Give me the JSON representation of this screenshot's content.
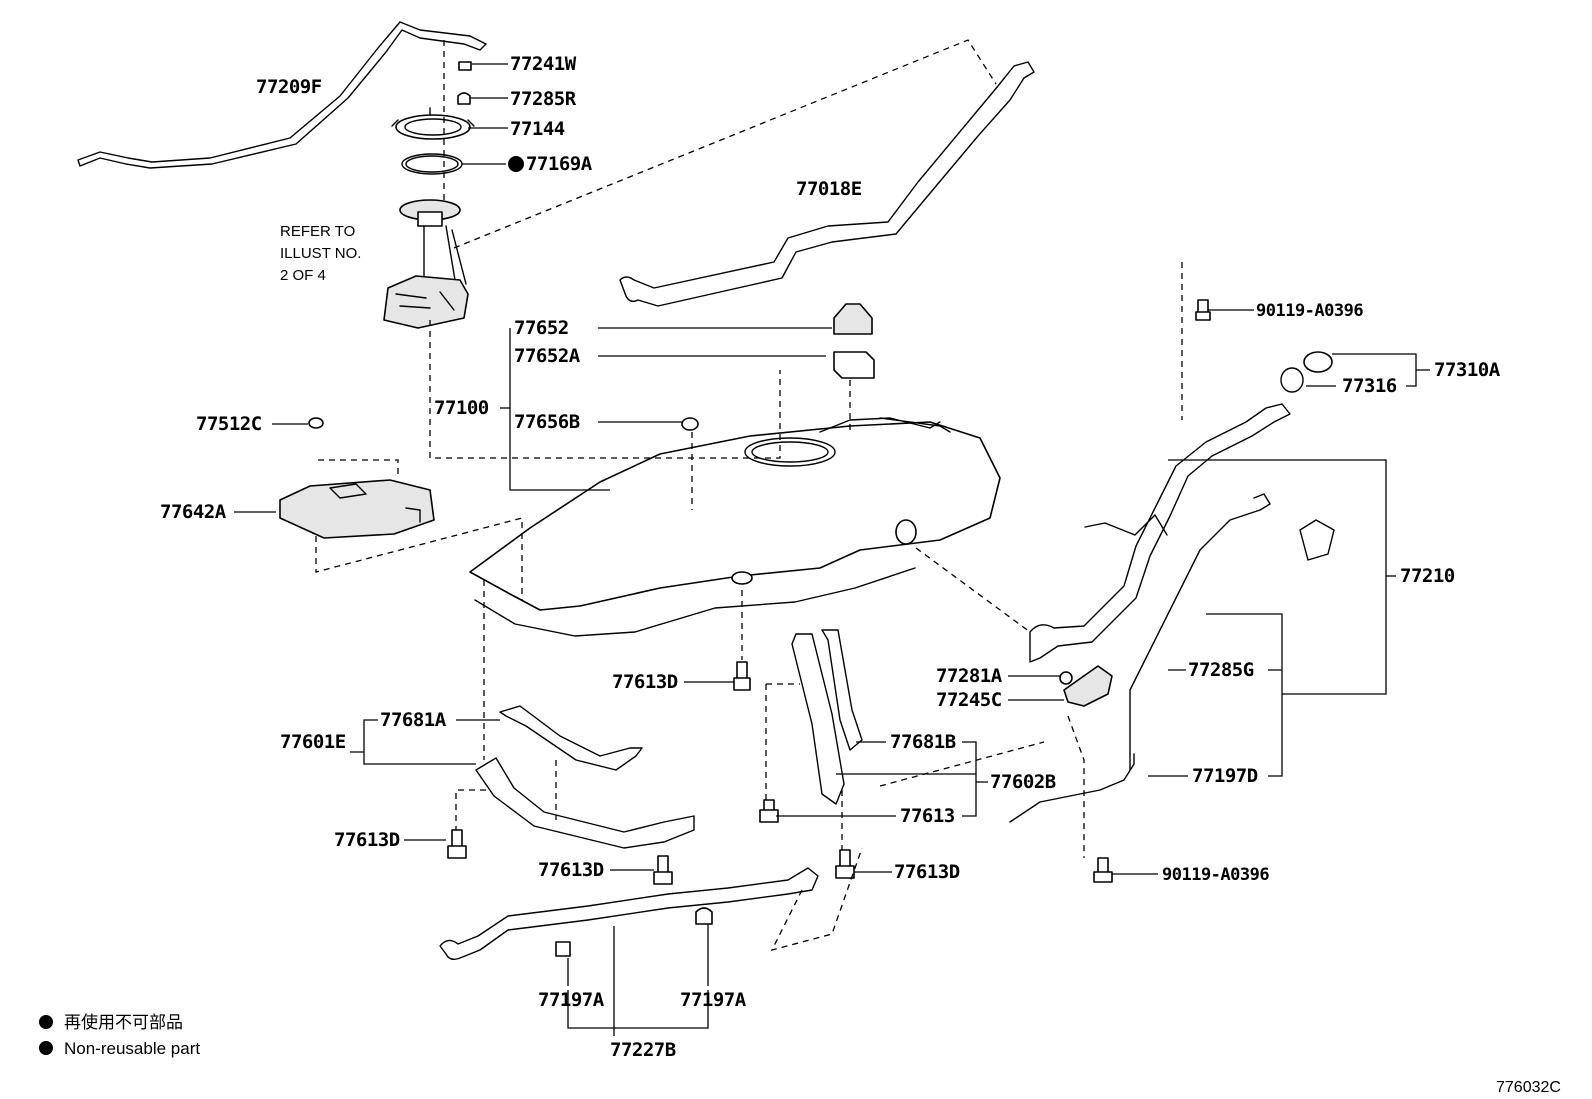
{
  "diagram_code": "776032C",
  "labels": {
    "p77209F": "77209F",
    "p77241W": "77241W",
    "p77285R": "77285R",
    "p77144": "77144",
    "p77169A": "77169A",
    "p77018E": "77018E",
    "p90119_top": "90119-A0396",
    "p77310A": "77310A",
    "p77316": "77316",
    "p77652": "77652",
    "p77652A": "77652A",
    "p77100": "77100",
    "p77656B": "77656B",
    "p77512C": "77512C",
    "p77642A": "77642A",
    "p77210": "77210",
    "p77613D_a": "77613D",
    "p77281A": "77281A",
    "p77245C": "77245C",
    "p77285G": "77285G",
    "p77681A": "77681A",
    "p77601E": "77601E",
    "p77681B": "77681B",
    "p77602B": "77602B",
    "p77613": "77613",
    "p77197D": "77197D",
    "p77613D_b": "77613D",
    "p77613D_c": "77613D",
    "p77613D_d": "77613D",
    "p90119_bottom": "90119-A0396",
    "p77197A_a": "77197A",
    "p77197A_b": "77197A",
    "p77227B": "77227B"
  },
  "refer_note": [
    "REFER TO",
    "ILLUST NO.",
    "2 OF 4"
  ],
  "legend": {
    "jp": "再使用不可部品",
    "en": "Non-reusable part"
  }
}
